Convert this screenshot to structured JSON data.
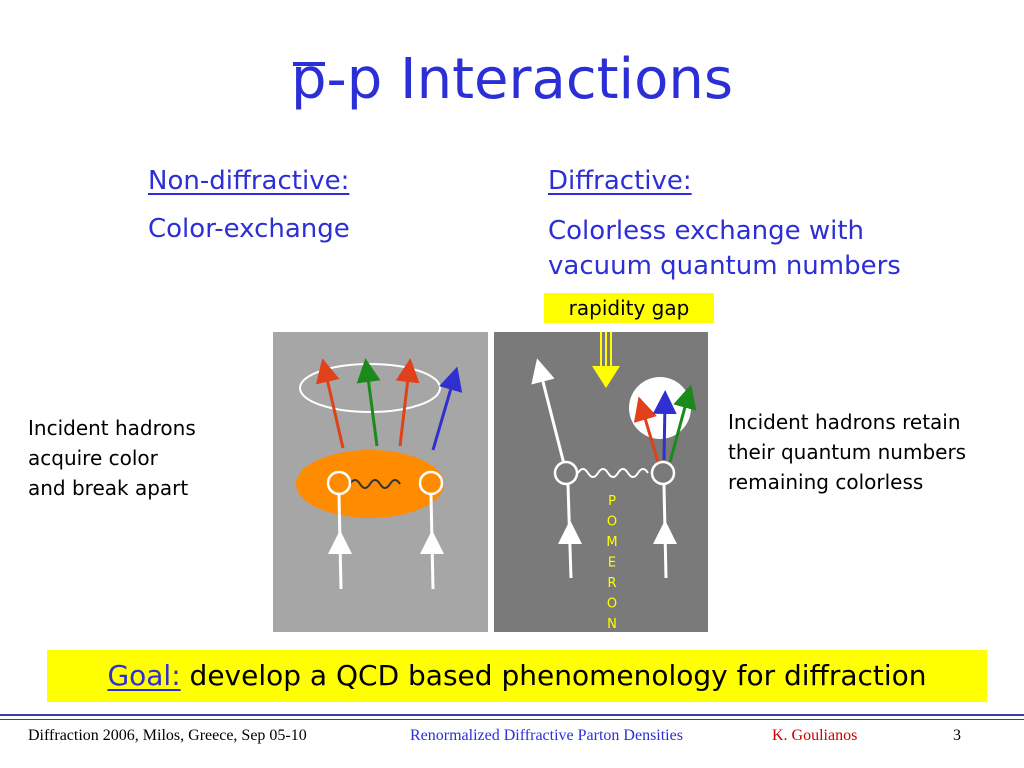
{
  "title": {
    "overline_letter": "p",
    "rest": "-p Interactions"
  },
  "left_column": {
    "heading": "Non-diffractive:",
    "subtext": "Color-exchange"
  },
  "right_column": {
    "heading": "Diffractive:",
    "subtext_line1": "Colorless exchange with",
    "subtext_line2": "vacuum quantum numbers"
  },
  "rapidity_gap_label": "rapidity gap",
  "left_note": {
    "line1": "Incident hadrons",
    "line2": "acquire color",
    "line3": "and break apart"
  },
  "right_note": {
    "line1": "Incident hadrons retain",
    "line2": "their quantum numbers",
    "line3": "remaining colorless"
  },
  "pomeron_letters": [
    "P",
    "O",
    "M",
    "E",
    "R",
    "O",
    "N"
  ],
  "goal": {
    "label": "Goal:",
    "text": " develop a QCD based phenomenology for diffraction"
  },
  "footer": {
    "conference": "Diffraction 2006, Milos, Greece, Sep 05-10",
    "talk_title": "Renormalized Diffractive Parton Densities",
    "author": "K. Goulianos",
    "page_number": "3"
  },
  "colors": {
    "title_blue": "#2d2fd6",
    "highlight_yellow": "#ffff00",
    "blob_orange": "#ff8c00",
    "footer_blue": "#2d2fd6",
    "footer_red": "#cc0000",
    "arrow_red": "#e0401a",
    "arrow_green": "#1a8a1a",
    "arrow_blue": "#3030d0"
  }
}
